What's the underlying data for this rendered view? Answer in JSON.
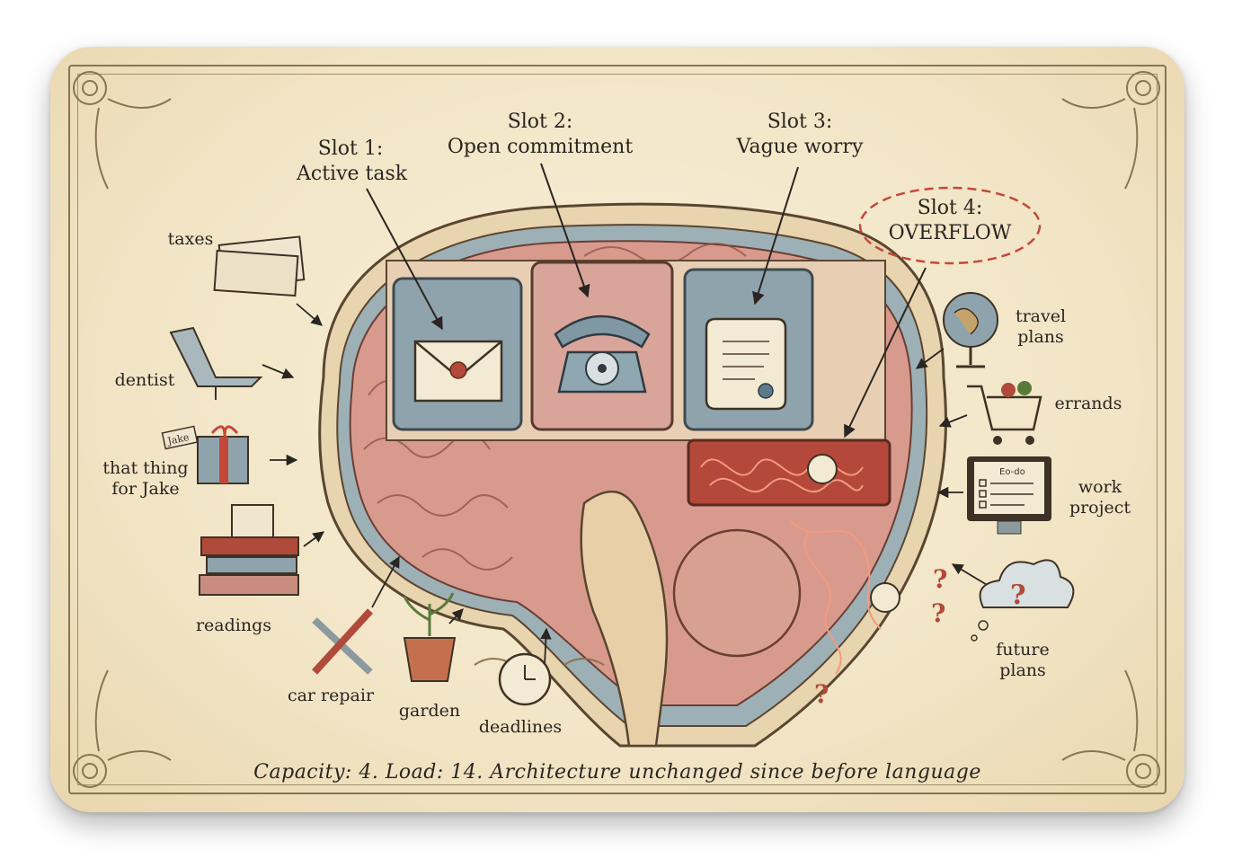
{
  "slots": [
    {
      "line1": "Slot 1:",
      "line2": "Active task",
      "icon": "envelope-icon"
    },
    {
      "line1": "Slot 2:",
      "line2": "Open commitment",
      "icon": "telephone-icon"
    },
    {
      "line1": "Slot 3:",
      "line2": "Vague worry",
      "icon": "scroll-icon"
    },
    {
      "line1": "Slot 4:",
      "line2": "OVERFLOW",
      "icon": "tangle-icon"
    }
  ],
  "items": {
    "taxes": "taxes",
    "dentist": "dentist",
    "jake_line1": "that thing",
    "jake_line2": "for Jake",
    "jake_tag": "Jake",
    "readings": "readings",
    "car_repair": "car repair",
    "garden": "garden",
    "deadlines": "deadlines",
    "travel_line1": "travel",
    "travel_line2": "plans",
    "errands": "errands",
    "work_line1": "work",
    "work_line2": "project",
    "todo_title": "Eo-do",
    "future_line1": "future",
    "future_line2": "plans"
  },
  "caption": "Capacity: 4. Load: 14. Architecture unchanged since before language",
  "colors": {
    "paper": "#f4e8cb",
    "brain": "#d99a8e",
    "slot_blue": "#8fa3ad",
    "slot_pink": "#d9a49a",
    "overflow_red": "#d4503c",
    "ink": "#2a2520"
  }
}
